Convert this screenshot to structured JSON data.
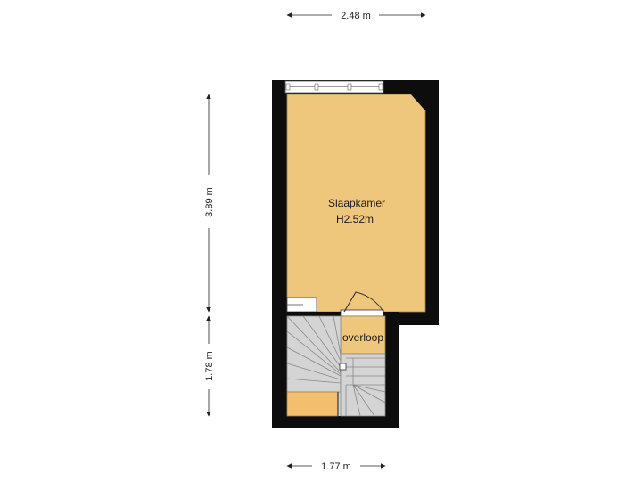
{
  "plan": {
    "rooms": [
      {
        "name": "Slaapkamer",
        "height": "H2.52m"
      },
      {
        "name": "overloop"
      }
    ],
    "dimensions": {
      "top_width": "2.48 m",
      "bottom_width": "1.77 m",
      "left_upper_height": "3.89 m",
      "left_lower_height": "1.78 m"
    },
    "colors": {
      "wall": "#0d0d0d",
      "room_fill": "#efc77c",
      "stair_fill": "#d4d4d4",
      "dim_line": "#222222"
    }
  }
}
